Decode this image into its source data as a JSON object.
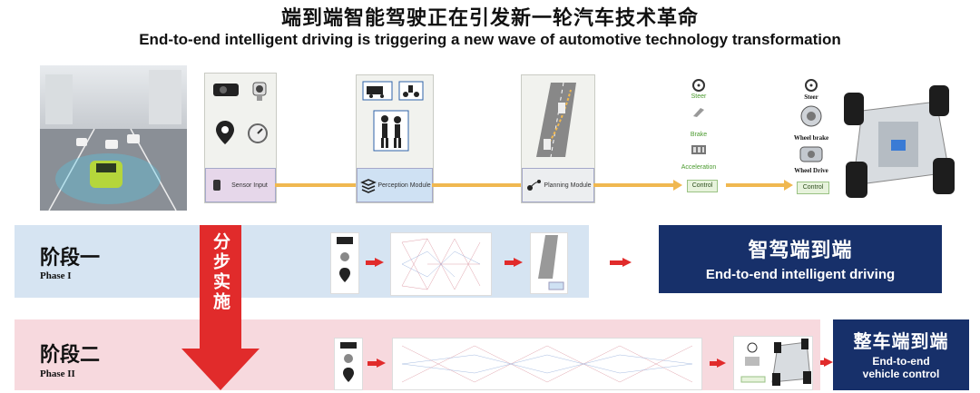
{
  "title_cn": "端到端智能驾驶正在引发新一轮汽车技术革命",
  "title_en": "End-to-end intelligent driving is triggering a new wave of automotive technology transformation",
  "pipeline": {
    "sensor_label": "Sensor Input",
    "perception_label": "Perception Module",
    "planning_label": "Planning Module",
    "control_labels": {
      "steer": "Steer",
      "brake": "Brake",
      "acceleration": "Acceleration",
      "control": "Control"
    },
    "vehicle_labels": {
      "steer": "Steer",
      "wheel_brake": "Wheel brake",
      "wheel_drive": "Wheel Drive",
      "control": "Control"
    }
  },
  "arrow_text": "分步实施",
  "phase1": {
    "cn": "阶段一",
    "en": "Phase I",
    "result_cn": "智驾端到端",
    "result_en": "End-to-end intelligent driving"
  },
  "phase2": {
    "cn": "阶段二",
    "en": "Phase II",
    "result_cn": "整车端到端",
    "result_en_line1": "End-to-end",
    "result_en_line2": "vehicle control"
  },
  "colors": {
    "navy": "#17306a",
    "red": "#e12b2b",
    "band_blue": "#d6e4f2",
    "band_pink": "#f7d9de",
    "flow": "#f0b850"
  }
}
